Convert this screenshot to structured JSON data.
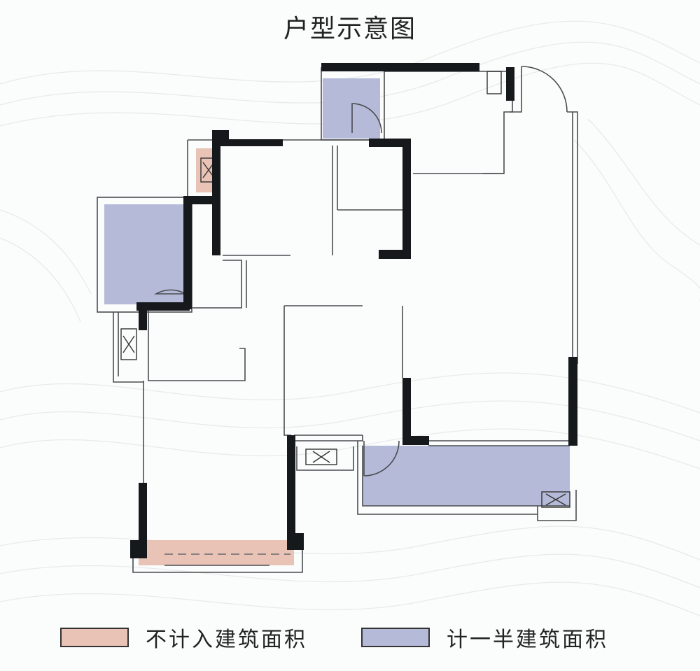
{
  "title": "户型示意图",
  "legend": [
    {
      "label": "不计入建筑面积",
      "color": "#e8c3b6"
    },
    {
      "label": "计一半建筑面积",
      "color": "#b5bad9"
    }
  ],
  "colors": {
    "wall": "#16191b",
    "thin_wall": "#4a4d50",
    "not_counted": "#e8c3b6",
    "half_counted": "#b5bad9",
    "background": "#fbfcfc",
    "contour": "#e6eceb"
  }
}
